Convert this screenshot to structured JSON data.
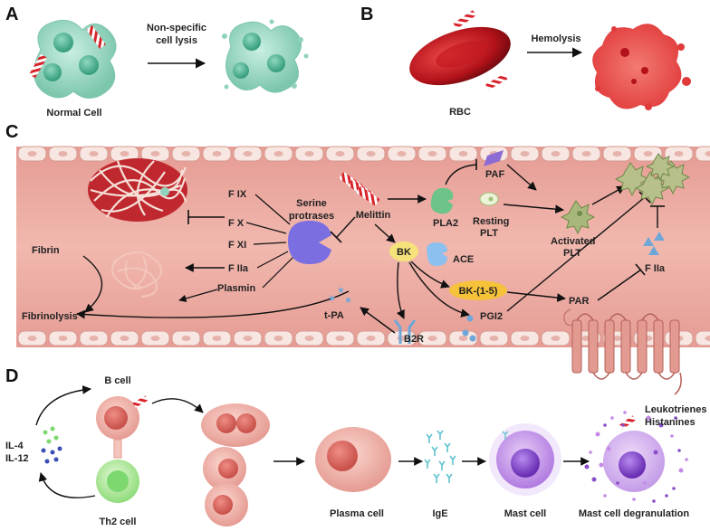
{
  "panel_a": {
    "letter": "A",
    "arrow_label_line1": "Non-specific",
    "arrow_label_line2": "cell lysis",
    "cell_label": "Normal Cell"
  },
  "panel_b": {
    "letter": "B",
    "arrow_label": "Hemolysis",
    "cell_label": "RBC"
  },
  "panel_c": {
    "letter": "C",
    "factors": [
      "F IX",
      "F X",
      "F XI",
      "F IIa",
      "Plasmin"
    ],
    "serine_line1": "Serine",
    "serine_line2": "protrases",
    "melittin": "Melittin",
    "fibrin": "Fibrin",
    "fibrinolysis": "Fibrinolysis",
    "tpa": "t-PA",
    "b2r": "B2R",
    "bk": "BK",
    "ace": "ACE",
    "bk15": "BK-(1-5)",
    "pgi2": "PGI2",
    "pla2": "PLA2",
    "paf": "PAF",
    "resting_line1": "Resting",
    "resting_line2": "PLT",
    "activated_line1": "Activated",
    "activated_line2": "PLT",
    "par": "PAR",
    "f2a": "F IIa"
  },
  "panel_d": {
    "letter": "D",
    "b_cell": "B cell",
    "th2_cell": "Th2 cell",
    "il4": "IL-4",
    "il12": "IL-12",
    "plasma_cell": "Plasma cell",
    "ige": "IgE",
    "mast_cell": "Mast cell",
    "mast_degran": "Mast cell degranulation",
    "leuko": "Leukotrienes",
    "hist": "Histanines"
  },
  "colors": {
    "cell_green": "#8fd3bd",
    "vessel_pink": "#e9a29a",
    "rbc_red": "#d8232a",
    "mast_purple": "#9b5bd6",
    "bk_yellow": "#f6e27a",
    "receptor_blue": "#6fa6d8"
  }
}
